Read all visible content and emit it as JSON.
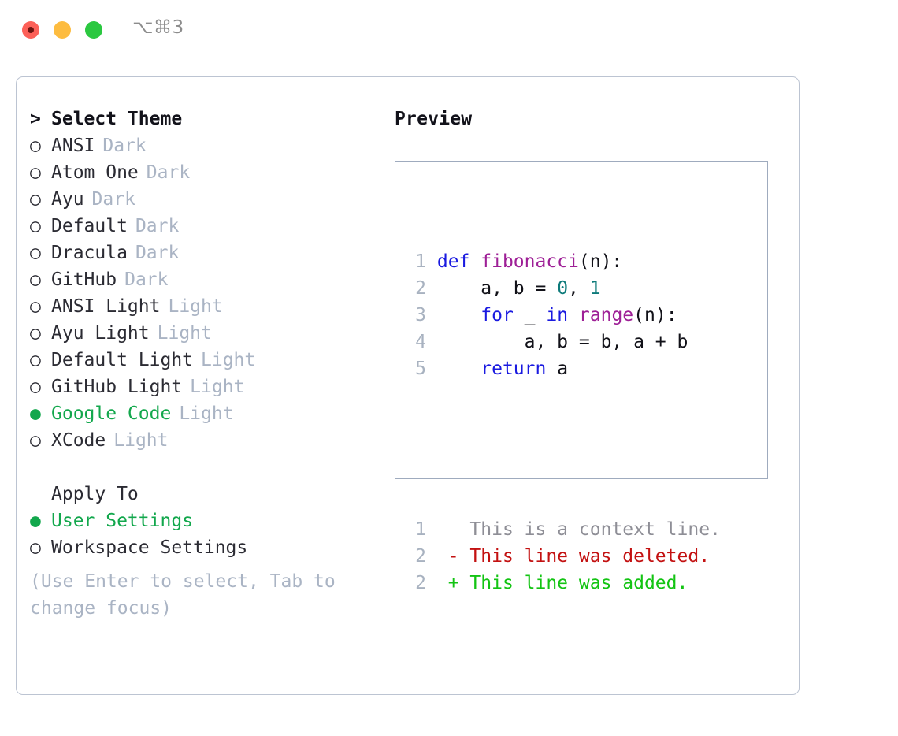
{
  "titlebar": {
    "shortcut": "⌥⌘3",
    "buttons": [
      "close",
      "minimize",
      "maximize"
    ]
  },
  "theme_list": {
    "header": "Select Theme",
    "header_marker": ">",
    "marker_unselected": "○",
    "marker_selected": "●",
    "items": [
      {
        "name": "ANSI",
        "category": "Dark",
        "selected": false
      },
      {
        "name": "Atom One",
        "category": "Dark",
        "selected": false
      },
      {
        "name": "Ayu",
        "category": "Dark",
        "selected": false
      },
      {
        "name": "Default",
        "category": "Dark",
        "selected": false
      },
      {
        "name": "Dracula",
        "category": "Dark",
        "selected": false
      },
      {
        "name": "GitHub",
        "category": "Dark",
        "selected": false
      },
      {
        "name": "ANSI Light",
        "category": "Light",
        "selected": false
      },
      {
        "name": "Ayu Light",
        "category": "Light",
        "selected": false
      },
      {
        "name": "Default Light",
        "category": "Light",
        "selected": false
      },
      {
        "name": "GitHub Light",
        "category": "Light",
        "selected": false
      },
      {
        "name": "Google Code",
        "category": "Light",
        "selected": true
      },
      {
        "name": "XCode",
        "category": "Light",
        "selected": false
      }
    ]
  },
  "apply_to": {
    "header": "Apply To",
    "items": [
      {
        "name": "User Settings",
        "selected": true
      },
      {
        "name": "Workspace Settings",
        "selected": false
      }
    ]
  },
  "hint": "(Use Enter to select, Tab to change focus)",
  "preview": {
    "title": "Preview",
    "code_lines": [
      {
        "no": "1",
        "tokens": [
          {
            "t": "def ",
            "c": "kw"
          },
          {
            "t": "fibonacci",
            "c": "fn"
          },
          {
            "t": "(n):",
            "c": "txt"
          }
        ]
      },
      {
        "no": "2",
        "tokens": [
          {
            "t": "    a, b = ",
            "c": "txt"
          },
          {
            "t": "0",
            "c": "num"
          },
          {
            "t": ", ",
            "c": "txt"
          },
          {
            "t": "1",
            "c": "num"
          }
        ]
      },
      {
        "no": "3",
        "tokens": [
          {
            "t": "    ",
            "c": "txt"
          },
          {
            "t": "for",
            "c": "kw"
          },
          {
            "t": " _ ",
            "c": "txt"
          },
          {
            "t": "in",
            "c": "kw"
          },
          {
            "t": " ",
            "c": "txt"
          },
          {
            "t": "range",
            "c": "fn"
          },
          {
            "t": "(n):",
            "c": "txt"
          }
        ]
      },
      {
        "no": "4",
        "tokens": [
          {
            "t": "        a, b = b, a + b",
            "c": "txt"
          }
        ]
      },
      {
        "no": "5",
        "tokens": [
          {
            "t": "    ",
            "c": "txt"
          },
          {
            "t": "return",
            "c": "kw"
          },
          {
            "t": " a",
            "c": "txt"
          }
        ]
      }
    ],
    "diff_lines": [
      {
        "no": "1",
        "sign": "  ",
        "text": "This is a context line.",
        "kind": "ctx"
      },
      {
        "no": "2",
        "sign": "- ",
        "text": "This line was deleted.",
        "kind": "del"
      },
      {
        "no": "2",
        "sign": "+ ",
        "text": "This line was added.",
        "kind": "add"
      }
    ]
  },
  "colors": {
    "selected_green": "#12a74c",
    "muted": "#aab4c4",
    "keyword_blue": "#1a1ae0",
    "function_magenta": "#9e1f96",
    "number_teal": "#0d7a7a",
    "diff_deleted": "#c31111",
    "diff_added": "#13c413",
    "panel_border": "#bcc4d2",
    "preview_border": "#9fabbe"
  }
}
